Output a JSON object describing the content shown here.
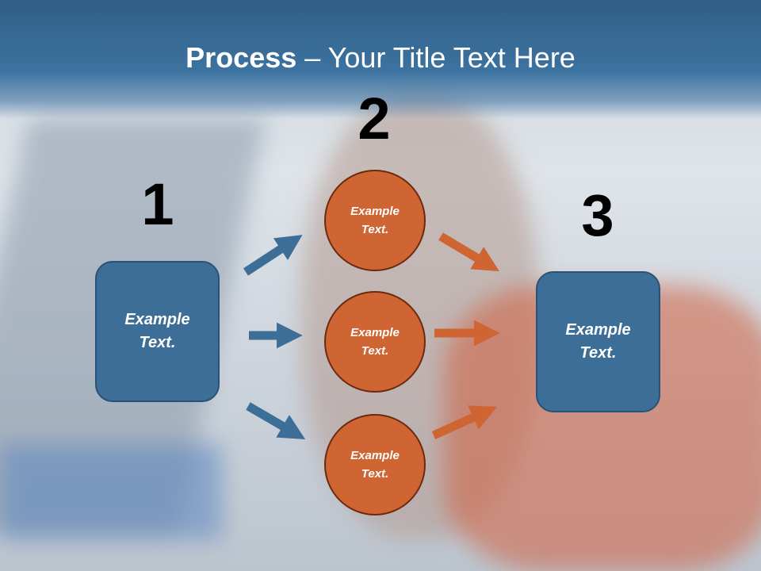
{
  "title": {
    "bold": "Process",
    "rest": " – Your Title Text Here"
  },
  "steps": [
    {
      "number": "1",
      "label": "Example Text."
    },
    {
      "number": "2",
      "items": [
        "Example Text.",
        "Example Text.",
        "Example Text."
      ]
    },
    {
      "number": "3",
      "label": "Example Text."
    }
  ],
  "colors": {
    "blue": "#3c6e98",
    "orange": "#cf6532",
    "header": "#2f5e85"
  }
}
